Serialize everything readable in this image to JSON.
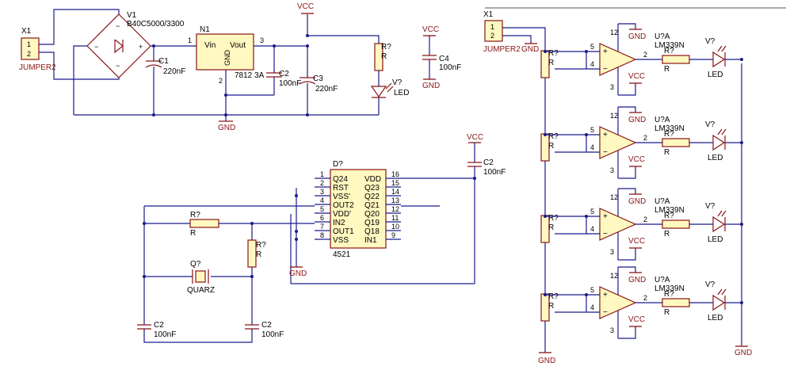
{
  "power_section": {
    "x1": {
      "ref": "X1",
      "pin1": "1",
      "pin2": "2",
      "name": "JUMPER2"
    },
    "v1": {
      "ref": "V1",
      "value": "B40C5000/3300"
    },
    "c1": {
      "ref": "C1",
      "value": "220nF"
    },
    "n1": {
      "ref": "N1",
      "vin": "Vin",
      "vout": "Vout",
      "gnd": "GND",
      "pin1": "1",
      "pin2": "2",
      "pin3": "3",
      "value": "7812 3A"
    },
    "c2": {
      "ref": "C2",
      "value": "100nF"
    },
    "c3": {
      "ref": "C3",
      "value": "220nF"
    },
    "vcc": "VCC",
    "gnd": "GND",
    "resistor": {
      "ref": "R?",
      "value": "R"
    },
    "led": {
      "ref": "V?",
      "value": "LED"
    },
    "c4": {
      "ref": "C4",
      "value": "100nF"
    }
  },
  "counter_section": {
    "ic": {
      "ref": "D?",
      "part": "4521",
      "left_pins": [
        {
          "num": "1",
          "name": "Q24"
        },
        {
          "num": "2",
          "name": "RST"
        },
        {
          "num": "3",
          "name": "VSS'"
        },
        {
          "num": "4",
          "name": "OUT2"
        },
        {
          "num": "5",
          "name": "VDD'"
        },
        {
          "num": "6",
          "name": "IN2"
        },
        {
          "num": "7",
          "name": "OUT1"
        },
        {
          "num": "8",
          "name": "VSS"
        }
      ],
      "right_pins": [
        {
          "num": "16",
          "name": "VDD"
        },
        {
          "num": "15",
          "name": "Q23"
        },
        {
          "num": "14",
          "name": "Q22"
        },
        {
          "num": "13",
          "name": "Q21"
        },
        {
          "num": "12",
          "name": "Q20"
        },
        {
          "num": "11",
          "name": "Q19"
        },
        {
          "num": "10",
          "name": "Q18"
        },
        {
          "num": "9",
          "name": "IN1"
        }
      ]
    },
    "vcc": "VCC",
    "gnd": "GND",
    "c_top": {
      "ref": "C2",
      "value": "100nF"
    },
    "r1": {
      "ref": "R?",
      "value": "R"
    },
    "r2": {
      "ref": "R?",
      "value": "R"
    },
    "crystal": {
      "ref": "Q?",
      "value": "QUARZ"
    },
    "c_left": {
      "ref": "C2",
      "value": "100nF"
    },
    "c_right": {
      "ref": "C2",
      "value": "100nF"
    }
  },
  "comparator_section": {
    "x1": {
      "ref": "X1",
      "pin1": "1",
      "pin2": "2",
      "name": "JUMPER2",
      "gnd": "GND"
    },
    "gnd": "GND",
    "vcc": "VCC",
    "divider_resistor": {
      "ref": "R?",
      "value": "R"
    },
    "stages": [
      {
        "comp_ref": "U?A",
        "comp_part": "LM339N",
        "pin_plus": "5",
        "pin_minus": "4",
        "pin_out": "2",
        "pin_top": "12",
        "pin_bot": "3",
        "plus_sign": "+",
        "minus_sign": "−",
        "r_ref": "R?",
        "r_value": "R",
        "led_ref": "V?",
        "led_value": "LED"
      },
      {
        "comp_ref": "U?A",
        "comp_part": "LM339N",
        "pin_plus": "5",
        "pin_minus": "4",
        "pin_out": "2",
        "pin_top": "12",
        "pin_bot": "3",
        "plus_sign": "+",
        "minus_sign": "−",
        "r_ref": "R?",
        "r_value": "R",
        "led_ref": "V?",
        "led_value": "LED"
      },
      {
        "comp_ref": "U?A",
        "comp_part": "LM339N",
        "pin_plus": "5",
        "pin_minus": "4",
        "pin_out": "2",
        "pin_top": "12",
        "pin_bot": "3",
        "plus_sign": "+",
        "minus_sign": "−",
        "r_ref": "R?",
        "r_value": "R",
        "led_ref": "V?",
        "led_value": "LED"
      },
      {
        "comp_ref": "U?A",
        "comp_part": "LM339N",
        "pin_plus": "5",
        "pin_minus": "4",
        "pin_out": "2",
        "pin_top": "12",
        "pin_bot": "3",
        "plus_sign": "+",
        "minus_sign": "−",
        "r_ref": "R?",
        "r_value": "R",
        "led_ref": "V?",
        "led_value": "LED"
      }
    ]
  }
}
